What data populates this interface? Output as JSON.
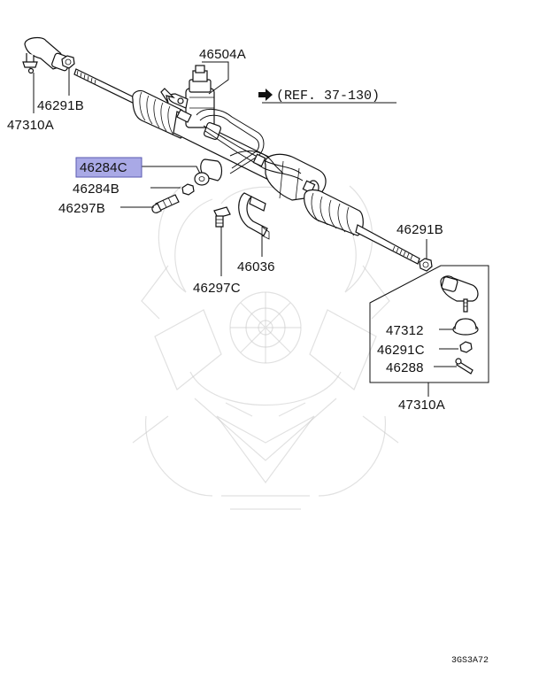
{
  "labels": {
    "p46504A": "46504A",
    "ref": "(REF. 37-130)",
    "p46291B_top": "46291B",
    "p47310A_top": "47310A",
    "p46284C": "46284C",
    "p46284B": "46284B",
    "p46297B": "46297B",
    "p46291B_right": "46291B",
    "p46036": "46036",
    "p46297C": "46297C",
    "p47312": "47312",
    "p46291C": "46291C",
    "p46288": "46288",
    "p47310A_bottom": "47310A"
  },
  "diagram_code": "3GS3A72",
  "colors": {
    "highlight": "#a9a9e6",
    "highlight_border": "#5a5ab0",
    "line": "#111111",
    "watermark": "#c9c9c9"
  }
}
